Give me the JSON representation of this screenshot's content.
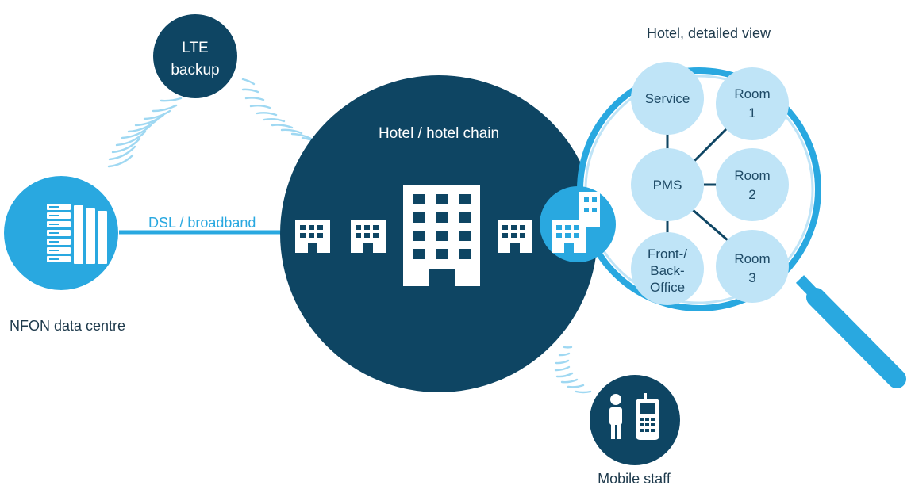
{
  "nodes": {
    "lte": {
      "line1": "LTE",
      "line2": "backup"
    },
    "data_centre": {
      "label": "NFON data centre"
    },
    "hotel": {
      "label": "Hotel / hotel chain"
    },
    "mobile": {
      "label": "Mobile staff"
    }
  },
  "links": {
    "dsl": {
      "label": "DSL / broadband"
    }
  },
  "detail": {
    "title": "Hotel, detailed view",
    "service": "Service",
    "pms": "PMS",
    "room1": {
      "line1": "Room",
      "line2": "1"
    },
    "room2": {
      "line1": "Room",
      "line2": "2"
    },
    "room3": {
      "line1": "Room",
      "line2": "3"
    },
    "office": {
      "line1": "Front-/",
      "line2": "Back-",
      "line3": "Office"
    }
  },
  "colors": {
    "dark_navy": "#0e4563",
    "cyan": "#29a8e0",
    "light_blue": "#bfe4f7",
    "wave": "#9fd8f2"
  },
  "icons": [
    "server-rack-icon",
    "building-icon",
    "person-icon",
    "mobile-phone-icon",
    "magnifier-icon"
  ]
}
